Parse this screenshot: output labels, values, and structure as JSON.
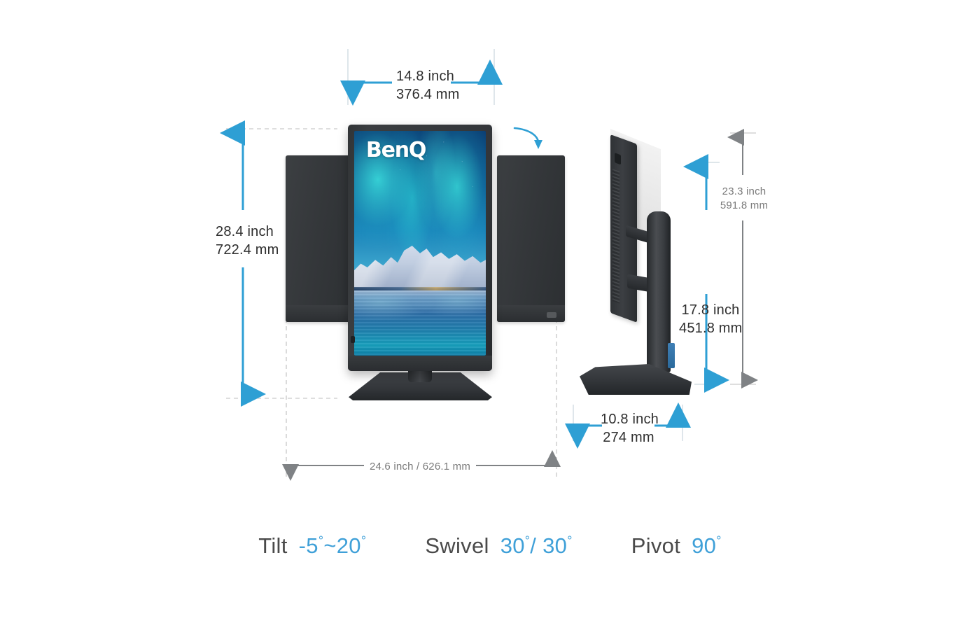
{
  "colors": {
    "accent_blue": "#3FA0D8",
    "arrow_blue": "#2E9FD4",
    "arrow_gray": "#7F8285",
    "guide_gray": "#BDBDBD",
    "text_dark": "#2E2E2E",
    "text_gray": "#7A7A7A",
    "bezel_dark": "#33363A"
  },
  "dimensions": {
    "width_top": {
      "inch": "14.8 inch",
      "mm": "376.4 mm"
    },
    "height_left": {
      "inch": "28.4 inch",
      "mm": "722.4 mm"
    },
    "height_right_outer": {
      "inch": "23.3 inch",
      "mm": "591.8 mm"
    },
    "height_right_inner": {
      "inch": "17.8 inch",
      "mm": "451.8 mm"
    },
    "depth_bottom": {
      "inch": "10.8 inch",
      "mm": "274 mm"
    },
    "sweep_bottom": {
      "label": "24.6 inch / 626.1 mm"
    }
  },
  "screen": {
    "brand_logo": "BenQ",
    "wallpaper": "aurora-borealis-mountains-lake"
  },
  "ergonomics": [
    {
      "label": "Tilt",
      "value": "-5",
      "suffix": "~20",
      "unit": "°"
    },
    {
      "label": "Swivel",
      "value": "30",
      "suffix": "/ 30",
      "unit": "°"
    },
    {
      "label": "Pivot",
      "value": "90",
      "suffix": "",
      "unit": "°"
    }
  ],
  "ergonomics_display": {
    "tilt_label": "Tilt",
    "tilt_value": "-5",
    "tilt_value2": "~20",
    "swivel_label": "Swivel",
    "swivel_value": "30",
    "swivel_value2": "/ 30",
    "pivot_label": "Pivot",
    "pivot_value": "90",
    "degree": "°"
  },
  "icons": {
    "pivot_rotation": "curved-rotate-arrow",
    "cable_clip": "cable-clip"
  }
}
